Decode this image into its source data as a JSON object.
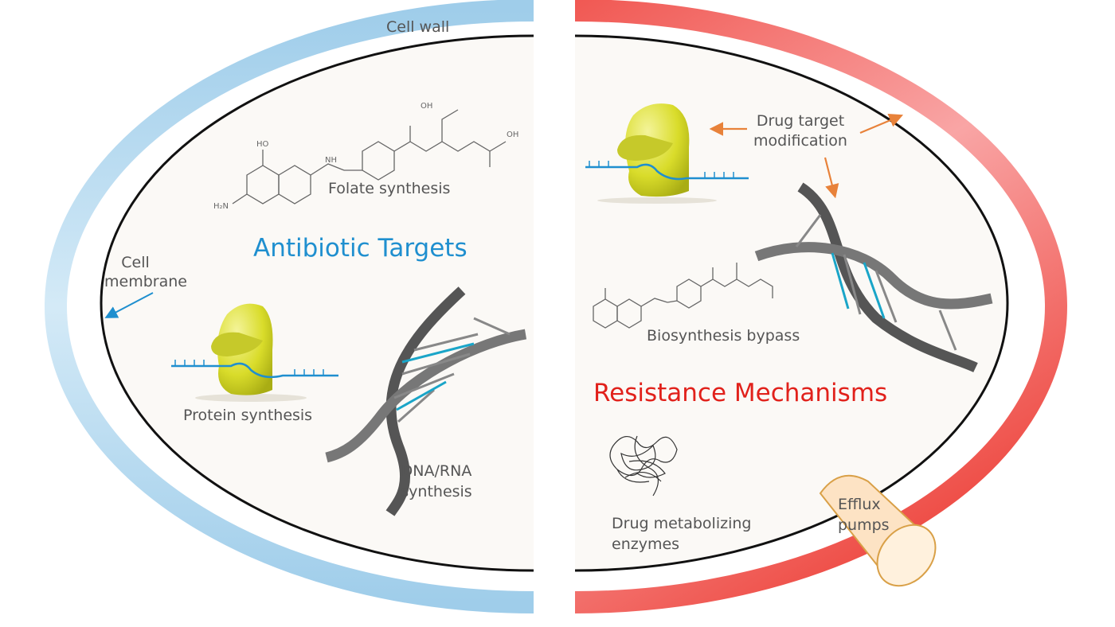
{
  "left": {
    "cell_wall": "Cell wall",
    "cell_membrane_line1": "Cell",
    "cell_membrane_line2": "membrane",
    "folate": "Folate synthesis",
    "title": "Antibiotic Targets",
    "protein": "Protein synthesis",
    "dna_line1": "DNA/RNA",
    "dna_line2": "synthesis"
  },
  "right": {
    "drug_target_line1": "Drug target",
    "drug_target_line2": "modification",
    "bypass": "Biosynthesis bypass",
    "title": "Resistance Mechanisms",
    "enzymes_line1": "Drug metabolizing",
    "enzymes_line2": "enzymes",
    "efflux_line1": "Efflux",
    "efflux_line2": "pumps"
  },
  "colors": {
    "wall_left": "#a9d3ec",
    "wall_right": "#e8231b",
    "cytoplasm": "#fbf9f6",
    "arrow": "#e8823a",
    "accent_blue": "#1f8fcf",
    "accent_red": "#e1211b"
  }
}
